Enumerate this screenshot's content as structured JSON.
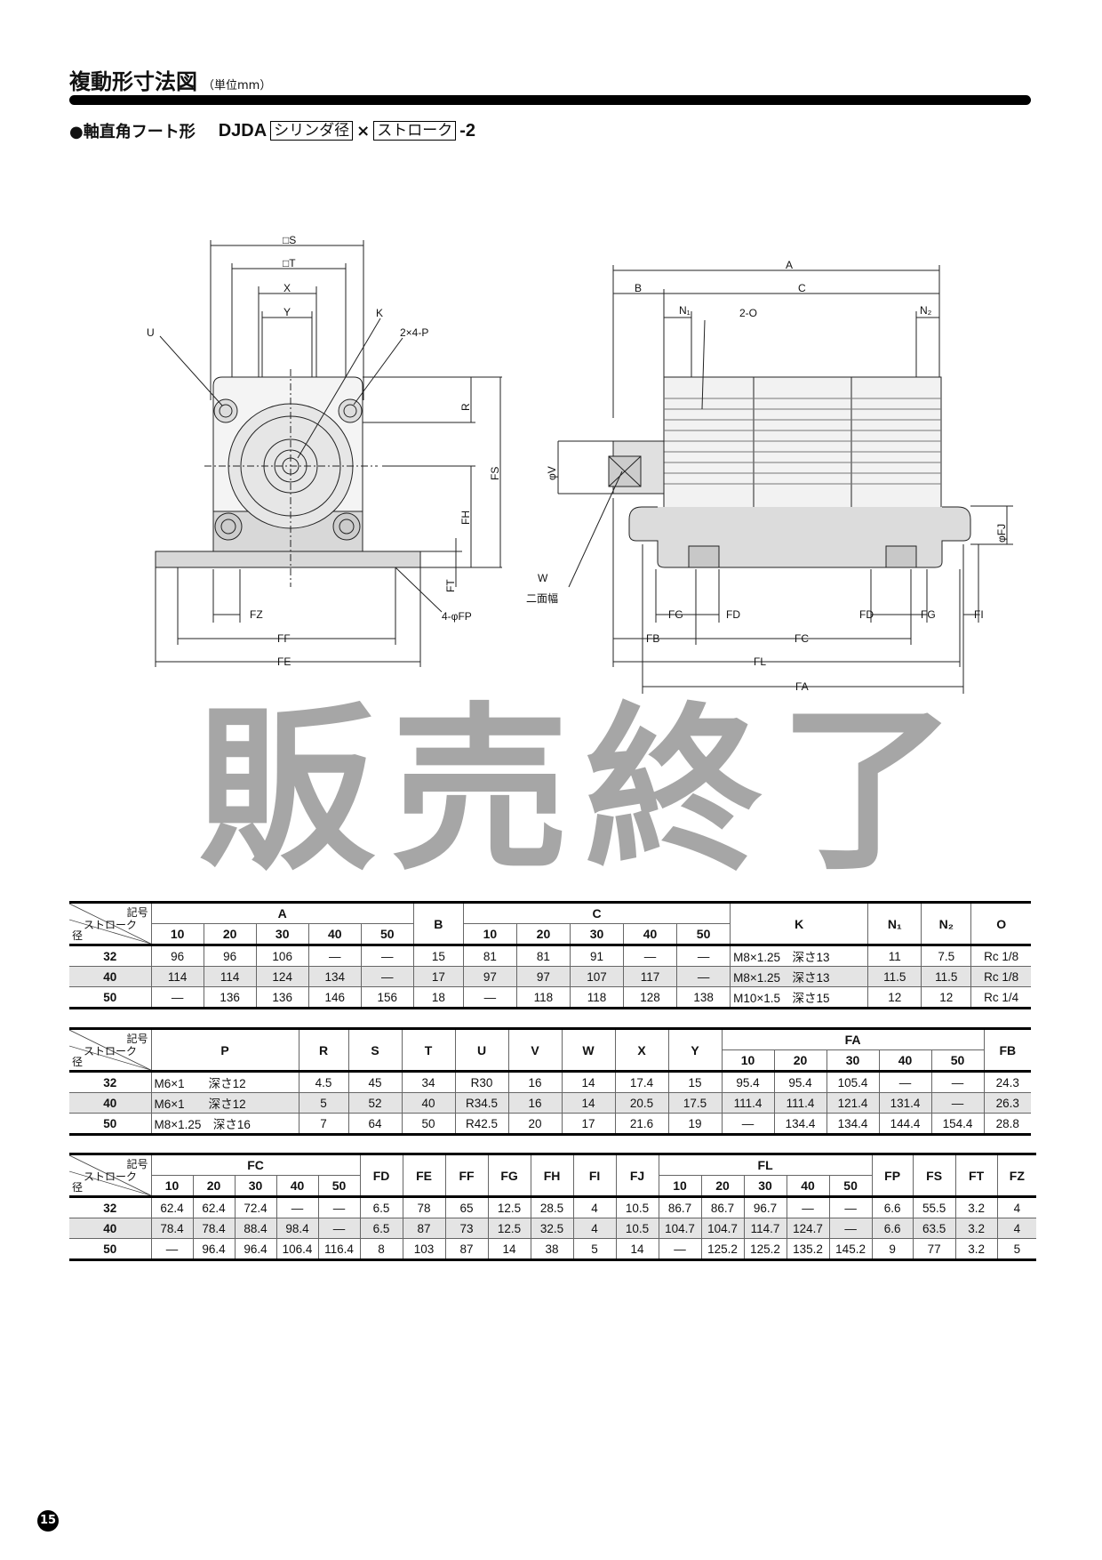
{
  "header": {
    "title": "複動形寸法図",
    "unit": "（単位mm）",
    "subtitle": "●軸直角フート形",
    "model": "DJDA",
    "box1": "シリンダ径",
    "times": "×",
    "box2": "ストローク",
    "suffix": "-2"
  },
  "drawing": {
    "front": {
      "S": "□S",
      "T": "□T",
      "X": "X",
      "Y": "Y",
      "U": "U",
      "K": "K",
      "P": "2×4-P",
      "R": "R",
      "FS": "FS",
      "FH": "FH",
      "FT": "FT",
      "FZ": "FZ",
      "FF": "FF",
      "FE": "FE",
      "FP": "4-φFP"
    },
    "side": {
      "A": "A",
      "B": "B",
      "C": "C",
      "N1": "N₁",
      "O": "2-O",
      "N2": "N₂",
      "V": "φV",
      "W": "W",
      "W_note": "二面幅",
      "FJ": "φFJ",
      "FG1": "FG",
      "FD1": "FD",
      "FD2": "FD",
      "FG2": "FG",
      "FI": "FI",
      "FB": "FB",
      "FC": "FC",
      "FL": "FL",
      "FA": "FA"
    }
  },
  "watermark": "販売終了",
  "corner": {
    "symbol": "記号",
    "stroke": "ストローク",
    "bore": "径"
  },
  "tables": [
    {
      "groups": [
        {
          "label": "A",
          "sub": [
            "10",
            "20",
            "30",
            "40",
            "50"
          ]
        },
        {
          "label": "B"
        },
        {
          "label": "C",
          "sub": [
            "10",
            "20",
            "30",
            "40",
            "50"
          ]
        },
        {
          "label": "K"
        },
        {
          "label": "N₁"
        },
        {
          "label": "N₂"
        },
        {
          "label": "O"
        }
      ],
      "rows": [
        {
          "bore": "32",
          "cells": [
            "96",
            "96",
            "106",
            "—",
            "—",
            "15",
            "81",
            "81",
            "91",
            "—",
            "—",
            "M8×1.25　深さ13",
            "11",
            "7.5",
            "Rc 1/8"
          ]
        },
        {
          "bore": "40",
          "cells": [
            "114",
            "114",
            "124",
            "134",
            "—",
            "17",
            "97",
            "97",
            "107",
            "117",
            "—",
            "M8×1.25　深さ13",
            "11.5",
            "11.5",
            "Rc 1/8"
          ]
        },
        {
          "bore": "50",
          "cells": [
            "—",
            "136",
            "136",
            "146",
            "156",
            "18",
            "—",
            "118",
            "118",
            "128",
            "138",
            "M10×1.5　深さ15",
            "12",
            "12",
            "Rc 1/4"
          ]
        }
      ]
    },
    {
      "groups": [
        {
          "label": "P"
        },
        {
          "label": "R"
        },
        {
          "label": "S"
        },
        {
          "label": "T"
        },
        {
          "label": "U"
        },
        {
          "label": "V"
        },
        {
          "label": "W"
        },
        {
          "label": "X"
        },
        {
          "label": "Y"
        },
        {
          "label": "FA",
          "sub": [
            "10",
            "20",
            "30",
            "40",
            "50"
          ]
        },
        {
          "label": "FB"
        }
      ],
      "rows": [
        {
          "bore": "32",
          "cells": [
            "M6×1　　深さ12",
            "4.5",
            "45",
            "34",
            "R30",
            "16",
            "14",
            "17.4",
            "15",
            "95.4",
            "95.4",
            "105.4",
            "—",
            "—",
            "24.3"
          ]
        },
        {
          "bore": "40",
          "cells": [
            "M6×1　　深さ12",
            "5",
            "52",
            "40",
            "R34.5",
            "16",
            "14",
            "20.5",
            "17.5",
            "111.4",
            "111.4",
            "121.4",
            "131.4",
            "—",
            "26.3"
          ]
        },
        {
          "bore": "50",
          "cells": [
            "M8×1.25　深さ16",
            "7",
            "64",
            "50",
            "R42.5",
            "20",
            "17",
            "21.6",
            "19",
            "—",
            "134.4",
            "134.4",
            "144.4",
            "154.4",
            "28.8"
          ]
        }
      ]
    },
    {
      "groups": [
        {
          "label": "FC",
          "sub": [
            "10",
            "20",
            "30",
            "40",
            "50"
          ]
        },
        {
          "label": "FD"
        },
        {
          "label": "FE"
        },
        {
          "label": "FF"
        },
        {
          "label": "FG"
        },
        {
          "label": "FH"
        },
        {
          "label": "FI"
        },
        {
          "label": "FJ"
        },
        {
          "label": "FL",
          "sub": [
            "10",
            "20",
            "30",
            "40",
            "50"
          ]
        },
        {
          "label": "FP"
        },
        {
          "label": "FS"
        },
        {
          "label": "FT"
        },
        {
          "label": "FZ"
        }
      ],
      "rows": [
        {
          "bore": "32",
          "cells": [
            "62.4",
            "62.4",
            "72.4",
            "—",
            "—",
            "6.5",
            "78",
            "65",
            "12.5",
            "28.5",
            "4",
            "10.5",
            "86.7",
            "86.7",
            "96.7",
            "—",
            "—",
            "6.6",
            "55.5",
            "3.2",
            "4"
          ]
        },
        {
          "bore": "40",
          "cells": [
            "78.4",
            "78.4",
            "88.4",
            "98.4",
            "—",
            "6.5",
            "87",
            "73",
            "12.5",
            "32.5",
            "4",
            "10.5",
            "104.7",
            "104.7",
            "114.7",
            "124.7",
            "—",
            "6.6",
            "63.5",
            "3.2",
            "4"
          ]
        },
        {
          "bore": "50",
          "cells": [
            "—",
            "96.4",
            "96.4",
            "106.4",
            "116.4",
            "8",
            "103",
            "87",
            "14",
            "38",
            "5",
            "14",
            "—",
            "125.2",
            "125.2",
            "135.2",
            "145.2",
            "9",
            "77",
            "3.2",
            "5"
          ]
        }
      ]
    }
  ],
  "page_number": "15"
}
